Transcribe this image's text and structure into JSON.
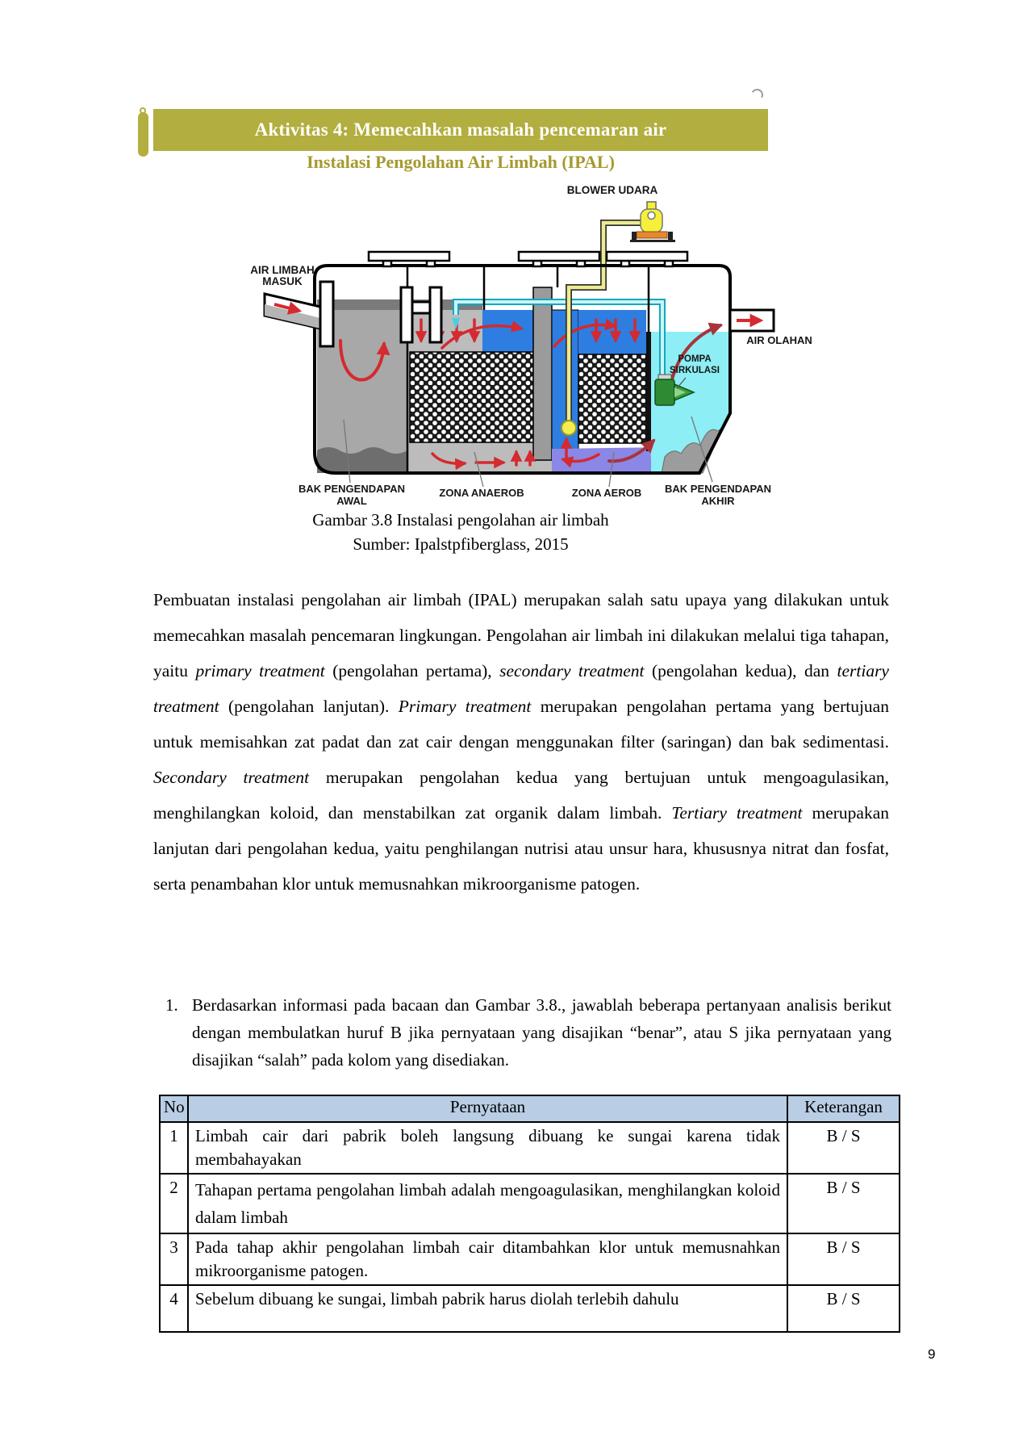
{
  "header": {
    "banner_title": "Aktivitas 4: Memecahkan masalah pencemaran air",
    "banner_color": "#b2ae3f",
    "subtitle": "Instalasi Pengolahan Air Limbah (IPAL)",
    "subtitle_color": "#a6992e"
  },
  "diagram": {
    "labels": {
      "blower": "BLOWER UDARA",
      "inlet_line1": "AIR LIMBAH",
      "inlet_line2": "MASUK",
      "outlet": "AIR OLAHAN",
      "pump_line1": "POMPA",
      "pump_line2": "SIRKULASI",
      "zone1_line1": "BAK PENGENDAPAN",
      "zone1_line2": "AWAL",
      "zone2": "ZONA ANAEROB",
      "zone3": "ZONA AEROB",
      "zone4_line1": "BAK PENGENDAPAN",
      "zone4_line2": "AKHIR"
    },
    "colors": {
      "water_blue": "#2e7de0",
      "clear_cyan": "#8deef5",
      "purple": "#8a87e6",
      "gray_tank": "#a8a8a8",
      "gray_light": "#bcbcbc",
      "gray_sludge": "#6e6e6e",
      "sludge_band": "#7b7b7b",
      "baffle_gray": "#9b9b9b",
      "mound_gray": "#9c9c9c",
      "pipe_yellow": "#ecec8f",
      "pipe_cyan_outline": "#15a7bd",
      "pipe_cyan_fill": "#c9f5f7",
      "pump_green": "#2e8b33",
      "arrow_red": "#d42a30",
      "arrow_dark_red": "#a8343c",
      "blower_yellow": "#f6f03c",
      "base_orange": "#e5892f"
    }
  },
  "caption": {
    "line1": "Gambar 3.8 Instalasi pengolahan air limbah",
    "line2": "Sumber: Ipalstpfiberglass, 2015"
  },
  "paragraph": {
    "runs": [
      {
        "text": "Pembuatan instalasi pengolahan air limbah (IPAL) merupakan salah satu upaya yang dilakukan untuk memecahkan masalah pencemaran lingkungan. Pengolahan air limbah ini dilakukan melalui tiga tahapan, yaitu ",
        "italic": false
      },
      {
        "text": "primary treatment",
        "italic": true
      },
      {
        "text": " (pengolahan pertama), ",
        "italic": false
      },
      {
        "text": "secondary treatment",
        "italic": true
      },
      {
        "text": " (pengolahan kedua), dan ",
        "italic": false
      },
      {
        "text": "tertiary treatment",
        "italic": true
      },
      {
        "text": " (pengolahan lanjutan). ",
        "italic": false
      },
      {
        "text": "Primary treatment",
        "italic": true
      },
      {
        "text": " merupakan pengolahan pertama yang bertujuan untuk memisahkan zat padat dan zat cair dengan menggunakan filter (saringan) dan bak sedimentasi. ",
        "italic": false
      },
      {
        "text": "Secondary treatment",
        "italic": true
      },
      {
        "text": " merupakan pengolahan kedua yang bertujuan untuk mengoagulasikan, menghilangkan koloid, dan menstabilkan zat organik dalam limbah. ",
        "italic": false
      },
      {
        "text": "Tertiary treatment",
        "italic": true
      },
      {
        "text": " merupakan lanjutan dari pengolahan kedua, yaitu penghilangan nutrisi atau unsur hara, khususnya nitrat dan fosfat, serta penambahan klor untuk memusnahkan mikroorganisme patogen.",
        "italic": false
      }
    ]
  },
  "question": {
    "number": "1.",
    "text": "Berdasarkan informasi pada bacaan dan Gambar 3.8., jawablah beberapa pertanyaan analisis berikut dengan membulatkan huruf B jika pernyataan yang disajikan “benar”, atau S jika pernyataan yang disajikan “salah” pada kolom yang disediakan."
  },
  "table": {
    "header_bg": "#b9cde5",
    "headers": [
      "No",
      "Pernyataan",
      "Keterangan"
    ],
    "rows": [
      {
        "no": "1",
        "statement": "Limbah cair dari pabrik boleh langsung dibuang ke sungai karena tidak membahayakan",
        "answer": "B / S"
      },
      {
        "no": "2",
        "statement": "Tahapan pertama pengolahan limbah adalah mengoagulasikan, menghilangkan koloid dalam limbah",
        "answer": "B / S"
      },
      {
        "no": "3",
        "statement": "Pada tahap akhir pengolahan limbah cair ditambahkan klor untuk memusnahkan mikroorganisme patogen.",
        "answer": "B / S"
      },
      {
        "no": "4",
        "statement": "Sebelum dibuang ke sungai, limbah pabrik harus diolah terlebih dahulu",
        "answer": "B / S"
      }
    ]
  },
  "page": {
    "number": "9"
  }
}
